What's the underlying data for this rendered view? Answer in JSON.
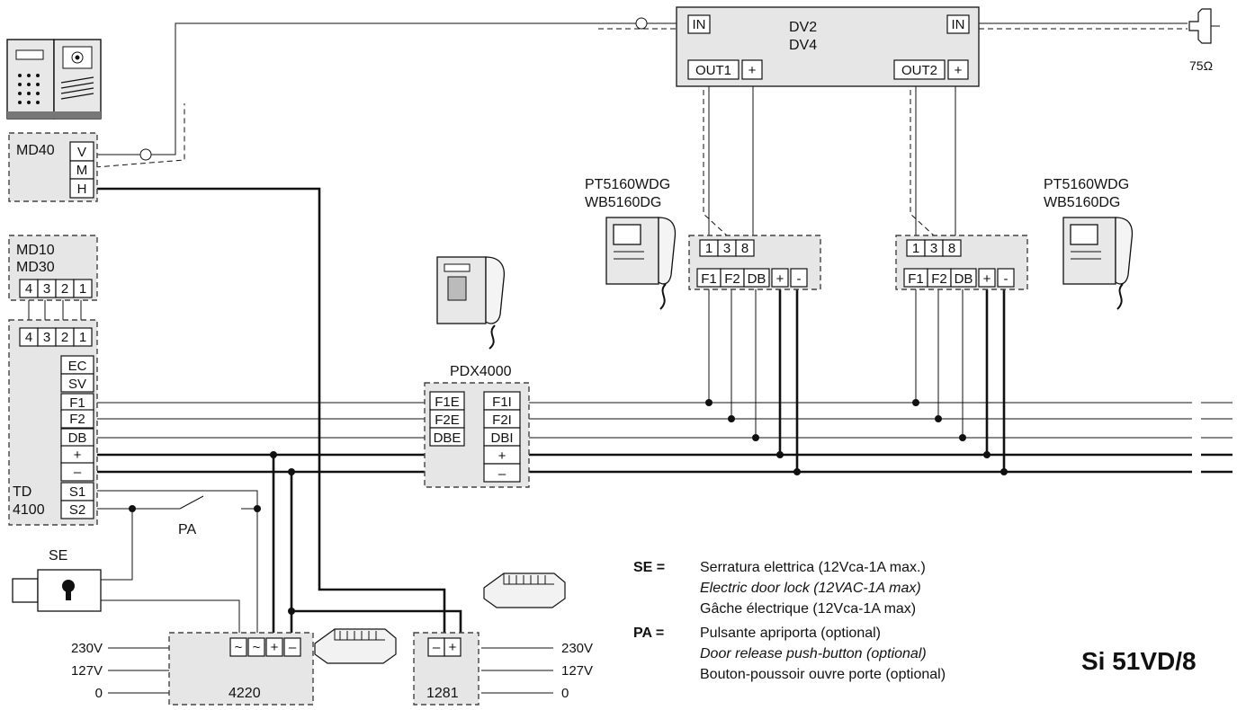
{
  "title": "Si 51VD/8",
  "distributor": {
    "models": [
      "DV2",
      "DV4"
    ],
    "in_left": "IN",
    "in_right": "IN",
    "out1": "OUT1",
    "out2": "OUT2",
    "plus": "+",
    "termination": "75Ω"
  },
  "md40": {
    "name": "MD40",
    "terminals": [
      "V",
      "M",
      "H"
    ]
  },
  "md10": {
    "names": [
      "MD10",
      "MD30"
    ],
    "terminals": [
      "4",
      "3",
      "2",
      "1"
    ]
  },
  "td4100": {
    "name_lines": [
      "TD",
      "4100"
    ],
    "top_terminals": [
      "4",
      "3",
      "2",
      "1"
    ],
    "terminals": [
      "EC",
      "SV",
      "F1",
      "F2",
      "DB",
      "+",
      "–",
      "S1",
      "S2"
    ]
  },
  "pdx4000": {
    "name": "PDX4000",
    "left_terminals": [
      "F1E",
      "F2E",
      "DBE"
    ],
    "right_terminals": [
      "F1I",
      "F2I",
      "DBI",
      "+",
      "–"
    ]
  },
  "monitor_left": {
    "models": [
      "PT5160WDG",
      "WB5160DG"
    ]
  },
  "monitor_right": {
    "models": [
      "PT5160WDG",
      "WB5160DG"
    ]
  },
  "monitor_module": {
    "top_terminals": [
      "1",
      "3",
      "8"
    ],
    "bottom_terminals": [
      "F1",
      "F2",
      "DB",
      "+",
      "-"
    ]
  },
  "power_4220": {
    "name": "4220",
    "terminals": [
      "~",
      "~",
      "+",
      "–"
    ],
    "inputs": [
      "230V",
      "127V",
      "0"
    ]
  },
  "power_1281": {
    "name": "1281",
    "terminals": [
      "–",
      "+"
    ],
    "inputs": [
      "230V",
      "127V",
      "0"
    ]
  },
  "labels": {
    "se": "SE",
    "pa": "PA"
  },
  "legend": [
    {
      "key": "SE =",
      "lines": [
        {
          "text": "Serratura elettrica (12Vca-1A max.)",
          "italic": false
        },
        {
          "text": "Electric door lock (12VAC-1A max)",
          "italic": true
        },
        {
          "text": "Gâche électrique (12Vca-1A max)",
          "italic": false
        }
      ]
    },
    {
      "key": "PA =",
      "lines": [
        {
          "text": "Pulsante apriporta (optional)",
          "italic": false
        },
        {
          "text": "Door release push-button (optional)",
          "italic": true
        },
        {
          "text": "Bouton-poussoir ouvre porte (optional)",
          "italic": false
        }
      ]
    }
  ]
}
